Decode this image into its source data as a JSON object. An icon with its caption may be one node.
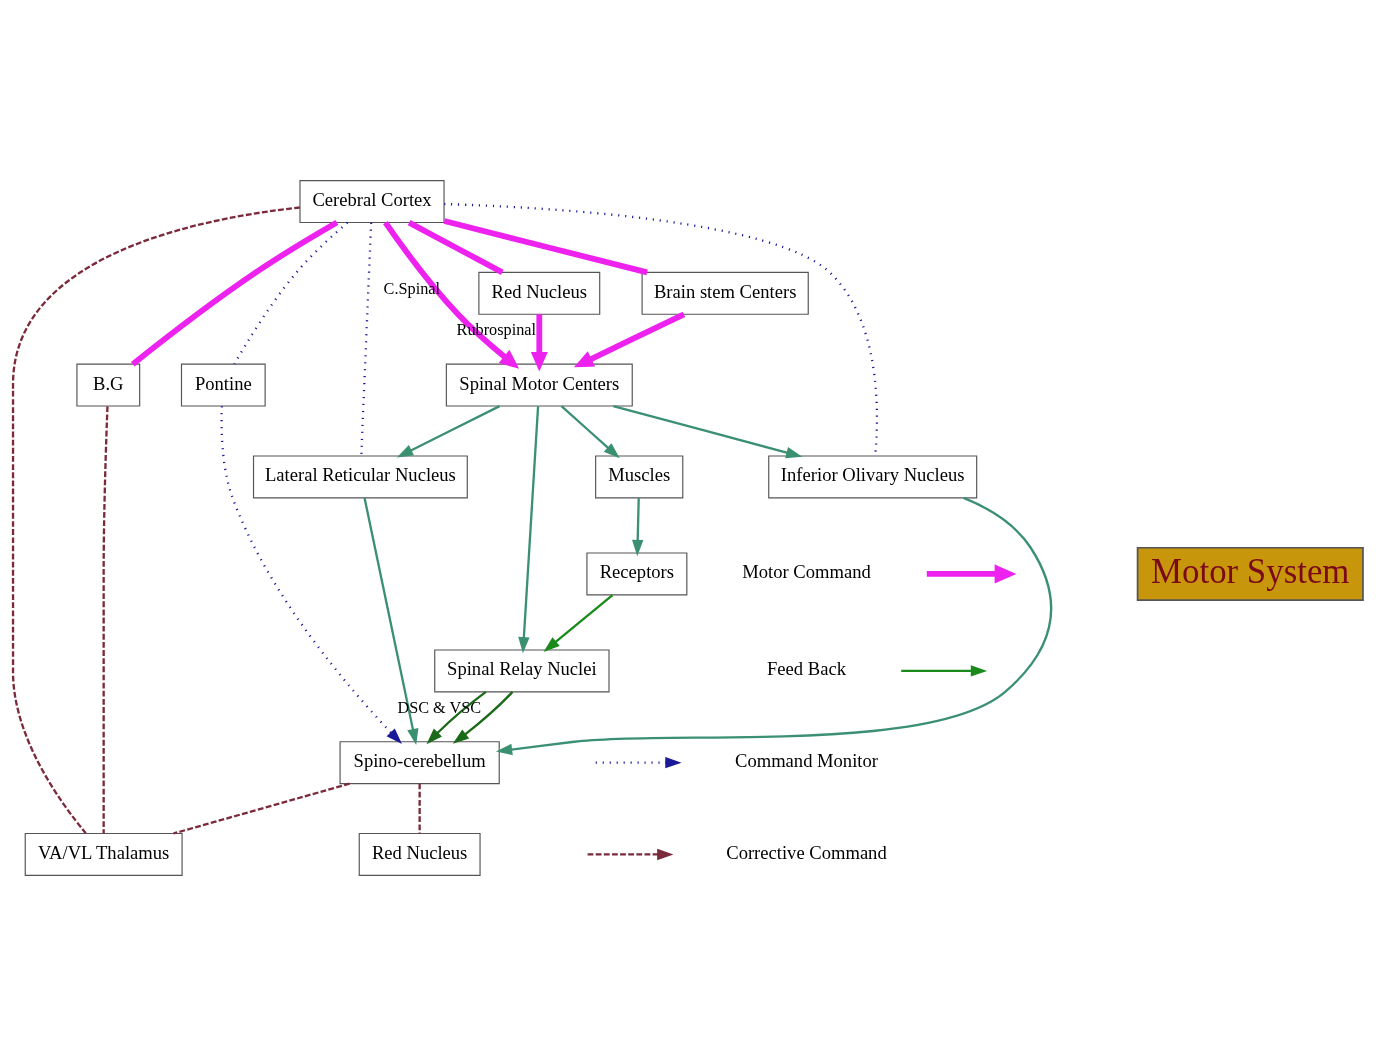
{
  "diagram": {
    "nodes": [
      {
        "text": [
          "Cerebral Cortex"
        ]
      },
      {
        "text": [
          "B.G"
        ]
      },
      {
        "text": [
          "VA/VL Thalamus"
        ]
      },
      {
        "text": [
          "Red Nucleus"
        ]
      },
      {
        "text": [
          "Spino-cerebellum"
        ]
      },
      {
        "text": [
          "Pontine"
        ]
      },
      {
        "text": [
          "Red Nucleus"
        ]
      },
      {
        "text": [
          "Brain stem Centers"
        ]
      },
      {
        "text": [
          "Lateral Reticular Nucleus"
        ]
      },
      {
        "text": [
          "Inferior Olivary Nucleus"
        ]
      },
      {
        "text": [
          "Spinal Relay Nuclei"
        ]
      },
      {
        "text": [
          "Spinal Motor Centers"
        ]
      },
      {
        "text": [
          "Muscles"
        ]
      },
      {
        "text": [
          "Receptors"
        ]
      },
      {
        "text": [
          "Motor System"
        ]
      }
    ],
    "edges": [
      {
        "from": 0,
        "to": 1,
        "arrow": "none",
        "style": "thick",
        "color": "#ee22ee"
      },
      {
        "from": 0,
        "to": 6,
        "arrow": "none",
        "style": "thick",
        "color": "#ee22ee"
      },
      {
        "from": 0,
        "to": 7,
        "arrow": "none",
        "style": "thick",
        "color": "#ee22ee"
      },
      {
        "from": 0,
        "to": 11,
        "arrow": "to",
        "label": "C.Spinal",
        "style": "thick",
        "color": "#ee22ee"
      },
      {
        "from": 6,
        "to": 11,
        "arrow": "to",
        "label": "Rubrospinal",
        "style": "thick",
        "color": "#ee22ee"
      },
      {
        "from": 7,
        "to": 11,
        "arrow": "to",
        "style": "thick",
        "color": "#ee22ee"
      },
      {
        "from": 0,
        "to": 5,
        "arrow": "none",
        "style": "dashed",
        "color": "#1a1a99"
      },
      {
        "from": 5,
        "to": 4,
        "arrow": "to",
        "style": "dashed",
        "color": "#1a1a99"
      },
      {
        "from": 0,
        "to": 8,
        "arrow": "none",
        "style": "dashed",
        "color": "#1a1a99"
      },
      {
        "from": 0,
        "to": 9,
        "arrow": "none",
        "style": "dashed",
        "color": "#1a1a99"
      },
      {
        "from": 0,
        "to": 2,
        "arrow": "none",
        "style": "dashed",
        "color": "#7a2a3a"
      },
      {
        "from": 1,
        "to": 2,
        "arrow": "none",
        "style": "dashed",
        "color": "#7a2a3a"
      },
      {
        "from": 4,
        "to": 2,
        "arrow": "none",
        "style": "dashed",
        "color": "#7a2a3a"
      },
      {
        "from": 4,
        "to": 3,
        "arrow": "none",
        "style": "dashed",
        "color": "#7a2a3a"
      },
      {
        "from": 11,
        "to": 8,
        "arrow": "to"
      },
      {
        "from": 11,
        "to": 9,
        "arrow": "to"
      },
      {
        "from": 8,
        "to": 4,
        "arrow": "to"
      },
      {
        "from": 9,
        "to": 4,
        "arrow": "to"
      },
      {
        "from": 11,
        "to": 12,
        "arrow": "to"
      },
      {
        "from": 12,
        "to": 13,
        "arrow": "to"
      },
      {
        "from": 13,
        "to": 10,
        "arrow": "to",
        "color": "#1a8a1a"
      },
      {
        "from": 11,
        "to": 10,
        "arrow": "to"
      },
      {
        "from": 10,
        "to": 4,
        "arrow": "to",
        "color": "#1a6a1a"
      },
      {
        "from": 10,
        "to": 4,
        "arrow": "to",
        "label": "DSC & VSC",
        "color": "#1a6a1a"
      }
    ],
    "legend": [
      {
        "text": "Motor Command"
      },
      {
        "text": "Feed Back"
      },
      {
        "text": "Command Monitor"
      },
      {
        "text": "Corrective Command"
      }
    ]
  }
}
